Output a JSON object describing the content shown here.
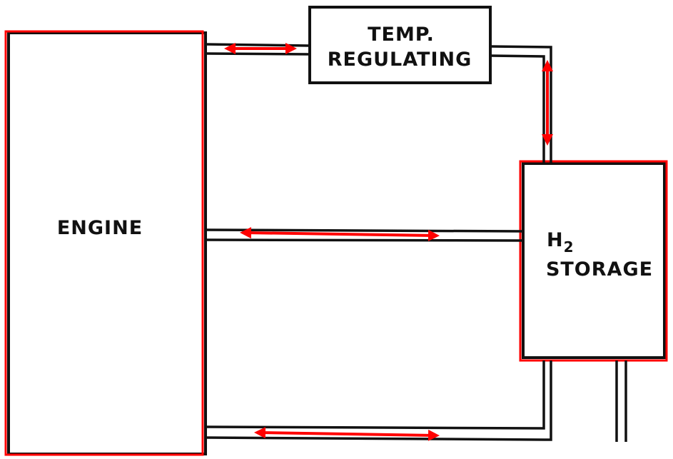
{
  "blocks": {
    "engine": {
      "label": "ENGINE"
    },
    "temp_regulating": {
      "line1": "TEMP.",
      "line2": "REGULATING"
    },
    "h2_storage": {
      "line1_main": "H",
      "line1_sub": "2",
      "line2": "STORAGE"
    }
  },
  "colors": {
    "ink": "#111111",
    "highlight": "#ff0000"
  }
}
